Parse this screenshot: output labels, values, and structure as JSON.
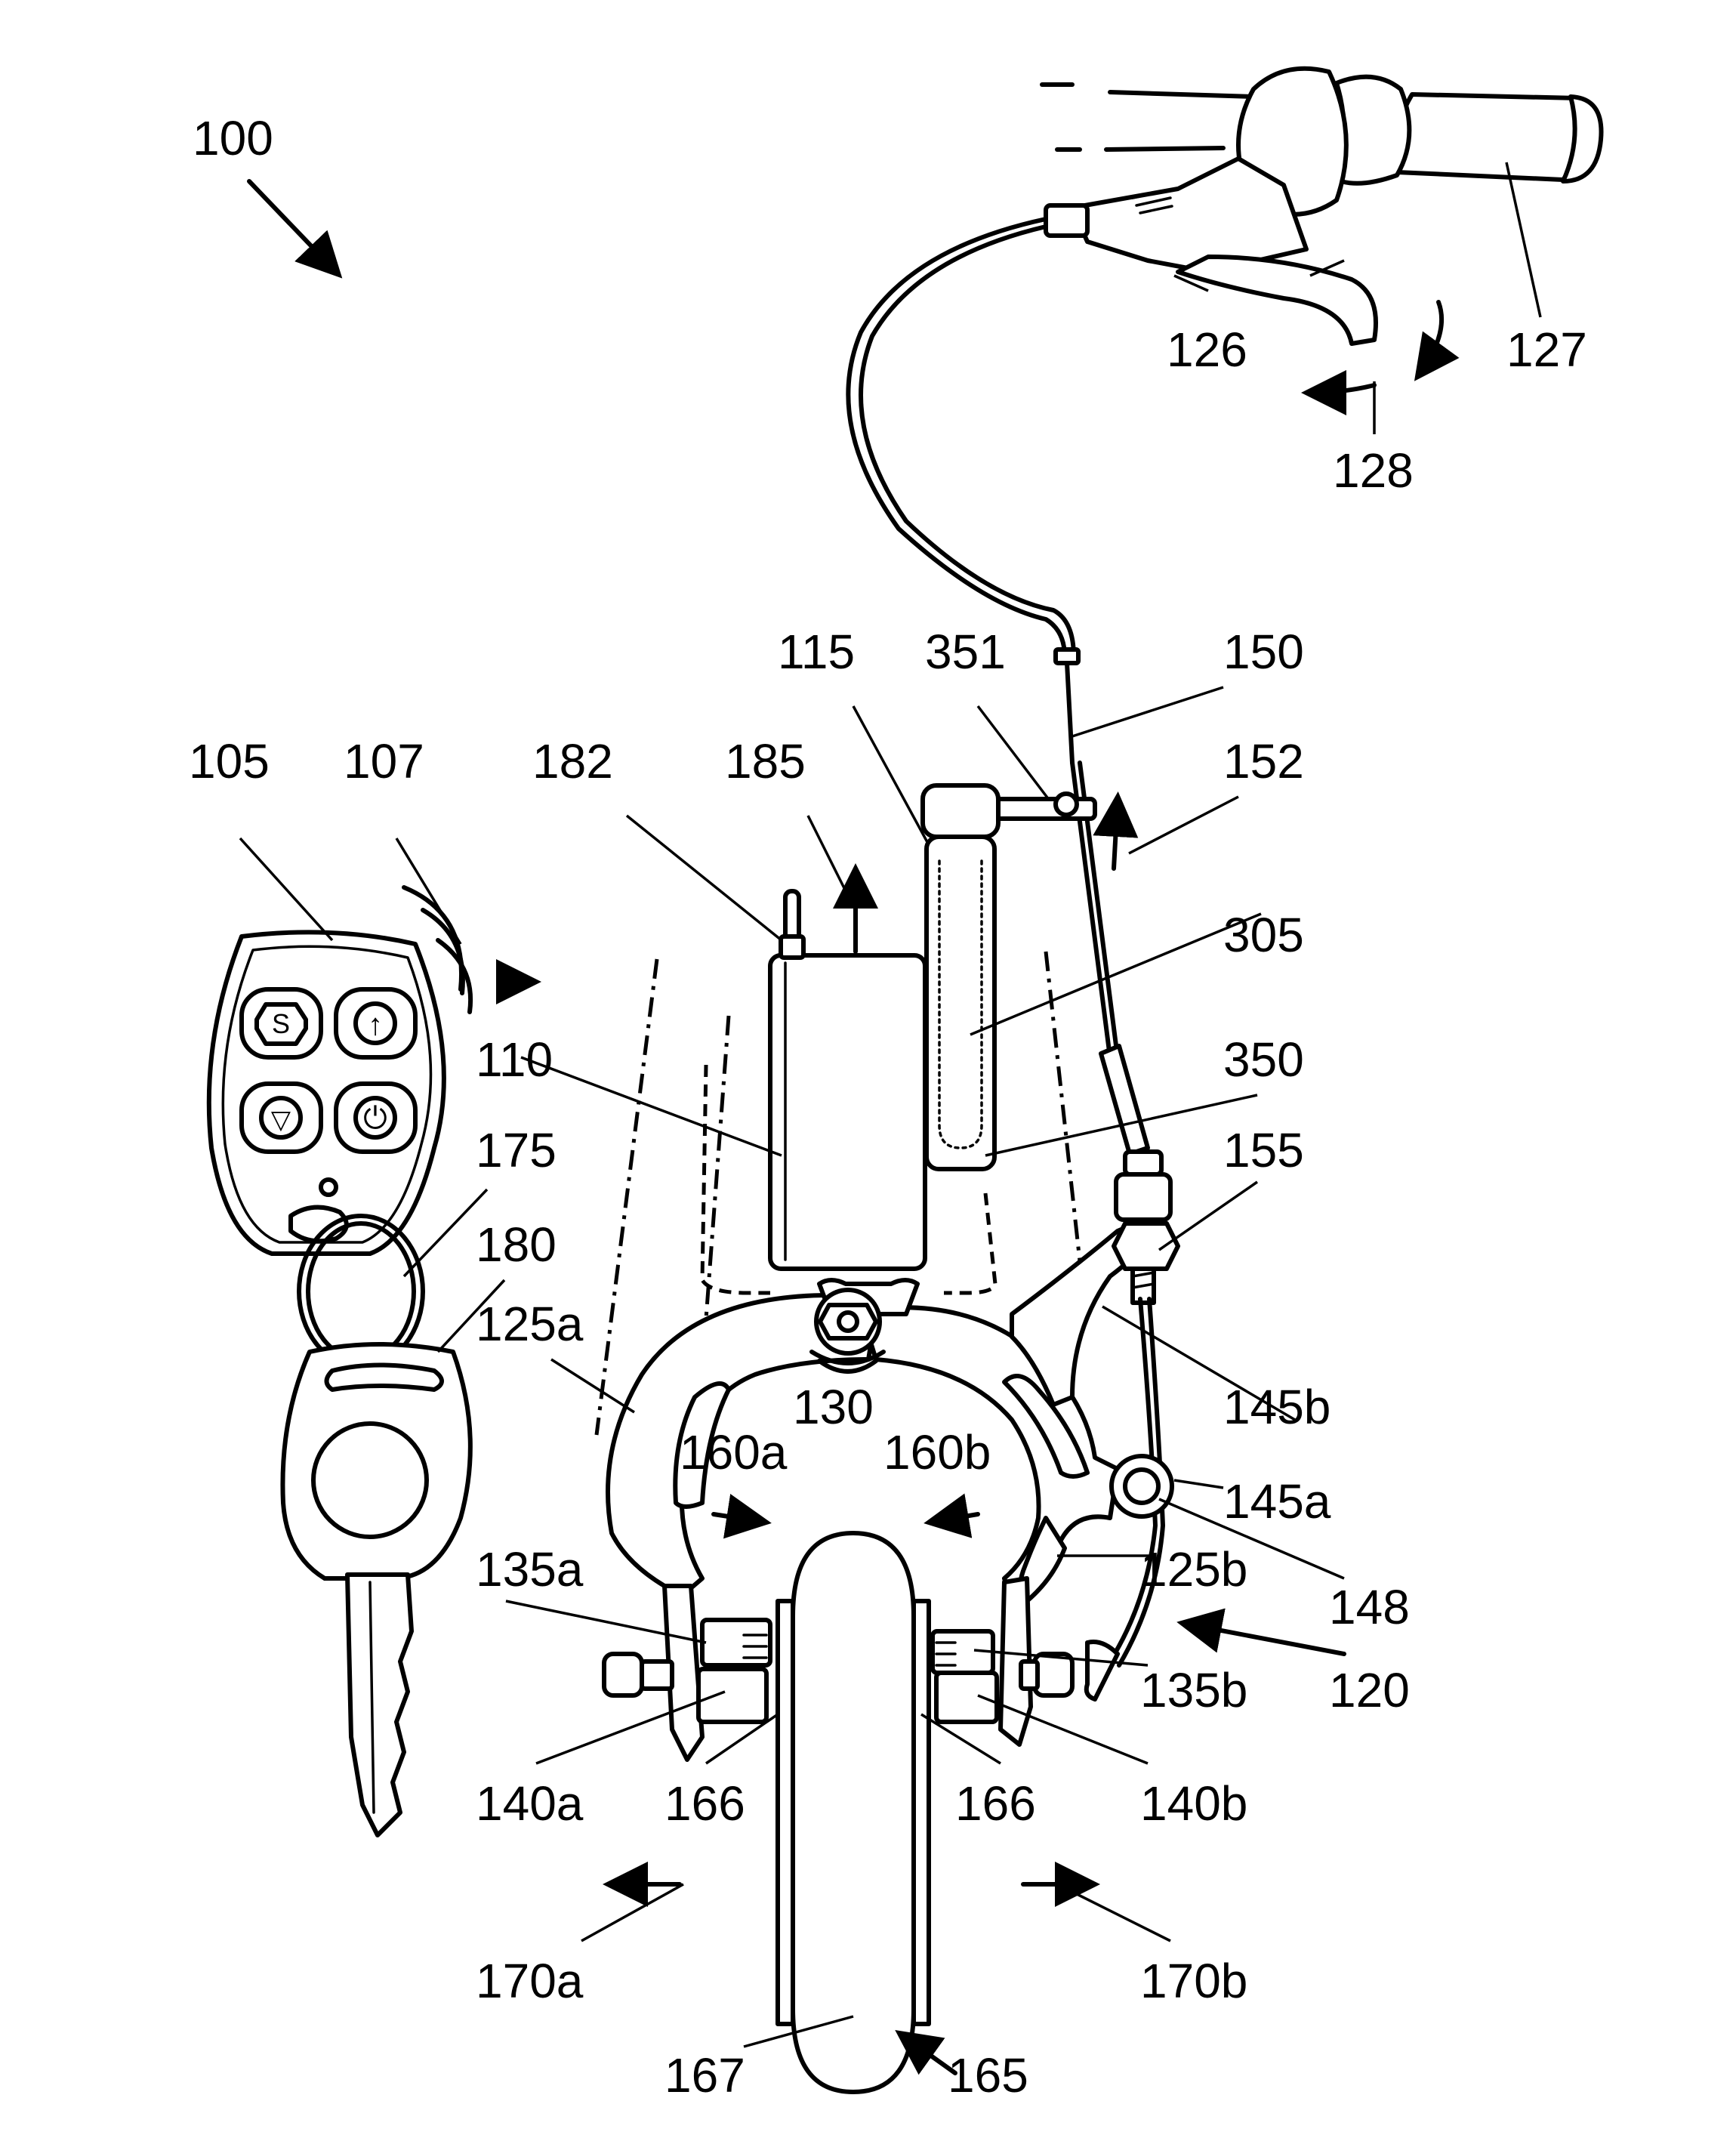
{
  "figure": {
    "reference_numerals": {
      "r100": "100",
      "r105": "105",
      "r107": "107",
      "r182": "182",
      "r185": "185",
      "r115": "115",
      "r351": "351",
      "r150": "150",
      "r152": "152",
      "r126": "126",
      "r127": "127",
      "r128": "128",
      "r305": "305",
      "r110": "110",
      "r350": "350",
      "r175": "175",
      "r155": "155",
      "r180": "180",
      "r125a": "125a",
      "r130": "130",
      "r145b": "145b",
      "r160a": "160a",
      "r160b": "160b",
      "r145a": "145a",
      "r125b": "125b",
      "r135a": "135a",
      "r148": "148",
      "r120": "120",
      "r135b": "135b",
      "r140a": "140a",
      "r166a": "166",
      "r166b": "166",
      "r140b": "140b",
      "r170a": "170a",
      "r170b": "170b",
      "r167": "167",
      "r165": "165"
    },
    "fob_buttons": {
      "stop_glyph": "S",
      "up_glyph": "↑",
      "down_glyph": "▽",
      "power_glyph": "⏻"
    },
    "colors": {
      "ink": "#000000",
      "paper": "#ffffff"
    }
  }
}
